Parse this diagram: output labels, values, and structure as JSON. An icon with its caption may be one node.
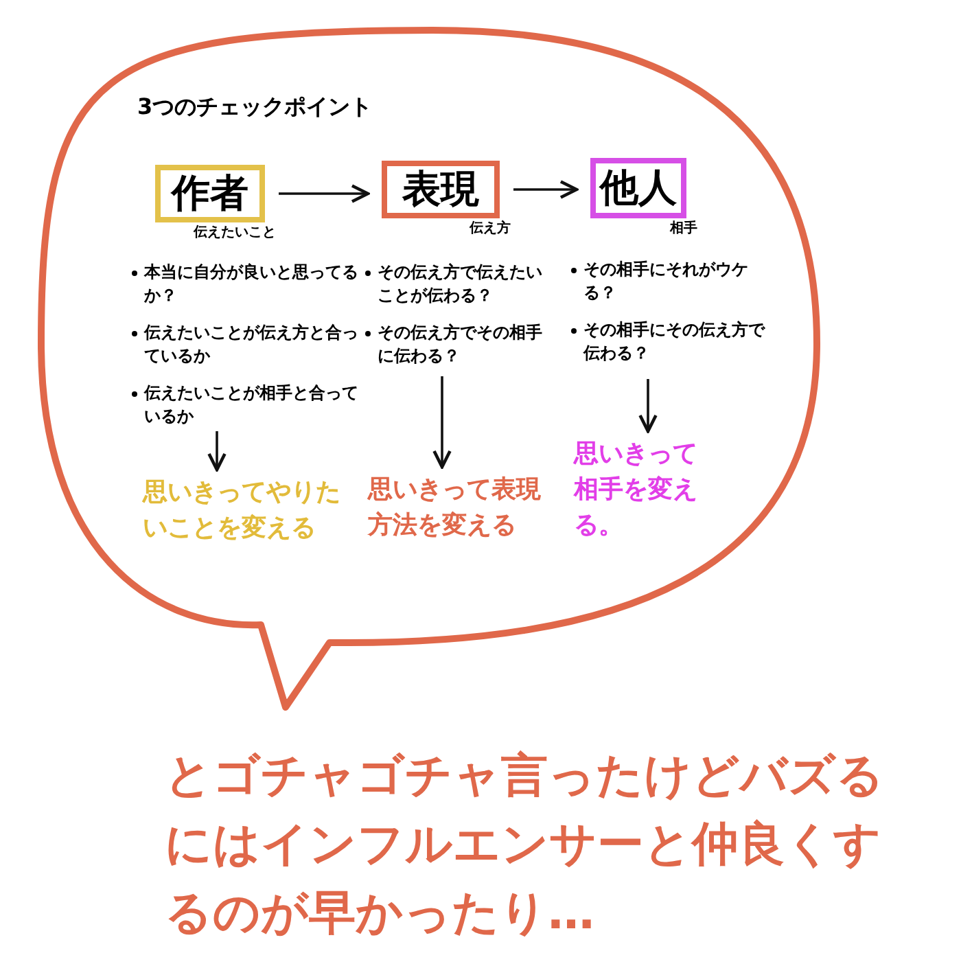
{
  "diagram": {
    "nodes": [
      {
        "text": [
          "3つのチェックポイント"
        ]
      },
      {
        "text": [
          "作者"
        ],
        "beside": [
          "伝えたいこと"
        ],
        "in": 0
      },
      {
        "text": [
          "表現"
        ],
        "beside": [
          "伝え方"
        ],
        "in": 0
      },
      {
        "text": [
          "他人"
        ],
        "beside": [
          "相手"
        ],
        "in": 0
      },
      {
        "text": [
          "本当に自分が良いと思ってるか？",
          "伝えたいことが伝え方と合っているか",
          "伝えたいことが相手と合っているか"
        ],
        "in": 0
      },
      {
        "text": [
          "思いきってやりたいことを変える"
        ],
        "in": 0
      },
      {
        "text": [
          "その伝え方で伝えたいことが伝わる？",
          "その伝え方でその相手に伝わる？"
        ],
        "in": 0
      },
      {
        "text": [
          "思いきって表現方法を変える"
        ],
        "in": 0
      },
      {
        "text": [
          "その相手にそれがウケる？",
          "その相手にその伝え方で伝わる？"
        ],
        "in": 0
      },
      {
        "text": [
          "思いきって相手を変える。"
        ],
        "in": 0
      }
    ],
    "edges": [
      {
        "from": 1,
        "to": 2,
        "arrow": "to"
      },
      {
        "from": 2,
        "to": 3,
        "arrow": "to"
      },
      {
        "from": 4,
        "to": 5,
        "arrow": "to"
      },
      {
        "from": 6,
        "to": 7,
        "arrow": "to"
      },
      {
        "from": 8,
        "to": 9,
        "arrow": "to"
      }
    ],
    "labels": [
      "とゴチャゴチャ言ったけどバズるにはインフルエンサーと仲良くするのが早かったり…"
    ]
  }
}
